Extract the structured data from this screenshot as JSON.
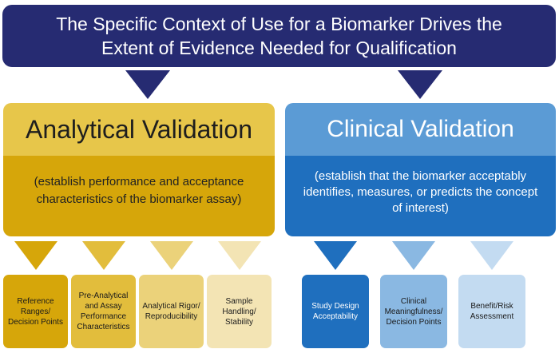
{
  "banner": {
    "line1": "The Specific Context of Use for a Biomarker Drives the",
    "line2": "Extent of Evidence Needed for Qualification"
  },
  "analytical": {
    "title": "Analytical Validation",
    "desc": "(establish performance and acceptance characteristics of the biomarker assay)",
    "items": [
      {
        "label": "Reference Ranges/ Decision Points",
        "color": "#d6a60a"
      },
      {
        "label": "Pre-Analytical and Assay Performance Characteristics",
        "color": "#e2bd3c"
      },
      {
        "label": "Analytical Rigor/ Reproducibility",
        "color": "#ebd27a"
      },
      {
        "label": "Sample Handling/ Stability",
        "color": "#f3e4b4"
      }
    ]
  },
  "clinical": {
    "title": "Clinical Validation",
    "desc": "(establish that the biomarker acceptably identifies, measures, or predicts the concept of interest)",
    "items": [
      {
        "label": "Study Design Acceptability",
        "color": "#1f6fbe"
      },
      {
        "label": "Clinical Meaningfulness/ Decision Points",
        "color": "#8ab8e2"
      },
      {
        "label": "Benefit/Risk Assessment",
        "color": "#c3dbf1"
      }
    ]
  },
  "colors": {
    "banner": "#262b72",
    "analytical_head": "#e7c64a",
    "analytical_body": "#d6a60a",
    "clinical_head": "#5b9bd5",
    "clinical_body": "#1f6fbe"
  }
}
